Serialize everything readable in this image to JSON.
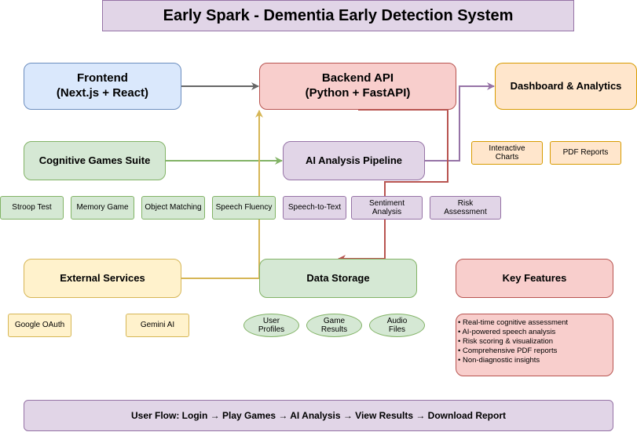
{
  "title": "Early Spark - Dementia Early Detection System",
  "nodes": {
    "frontend": [
      "Frontend",
      "(Next.js + React)"
    ],
    "backend": [
      "Backend API",
      "(Python + FastAPI)"
    ],
    "dashboard": "Dashboard & Analytics",
    "cognitive_games": "Cognitive Games Suite",
    "ai_pipeline": "AI Analysis Pipeline",
    "interactive_charts": [
      "Interactive",
      "Charts"
    ],
    "pdf_reports": "PDF Reports",
    "stroop": "Stroop Test",
    "memory": "Memory Game",
    "object_matching": "Object Matching",
    "speech_fluency": "Speech Fluency",
    "speech_to_text": "Speech-to-Text",
    "sentiment": [
      "Sentiment",
      "Analysis"
    ],
    "risk": [
      "Risk",
      "Assessment"
    ],
    "external_services": "External Services",
    "data_storage": "Data Storage",
    "key_features": "Key Features",
    "google_oauth": "Google OAuth",
    "gemini": "Gemini AI",
    "user_profiles": [
      "User",
      "Profiles"
    ],
    "game_results": [
      "Game",
      "Results"
    ],
    "audio_files": [
      "Audio",
      "Files"
    ]
  },
  "key_features_list": [
    "• Real-time cognitive assessment",
    "• AI-powered speech analysis",
    "• Risk scoring & visualization",
    "• Comprehensive PDF reports",
    "• Non-diagnostic insights"
  ],
  "user_flow": "User Flow: Login → Play Games → AI Analysis → View Results → Download Report",
  "colors": {
    "blue": "#dae8fc",
    "red": "#f8cecc",
    "orange": "#ffe6cc",
    "green": "#d5e8d4",
    "purple": "#e1d5e7",
    "yellow": "#fff2cc",
    "arrow_gray": "#666666",
    "arrow_green": "#82b366",
    "arrow_purple": "#9673a6",
    "arrow_red": "#b85450",
    "arrow_yellow": "#d6b656"
  }
}
